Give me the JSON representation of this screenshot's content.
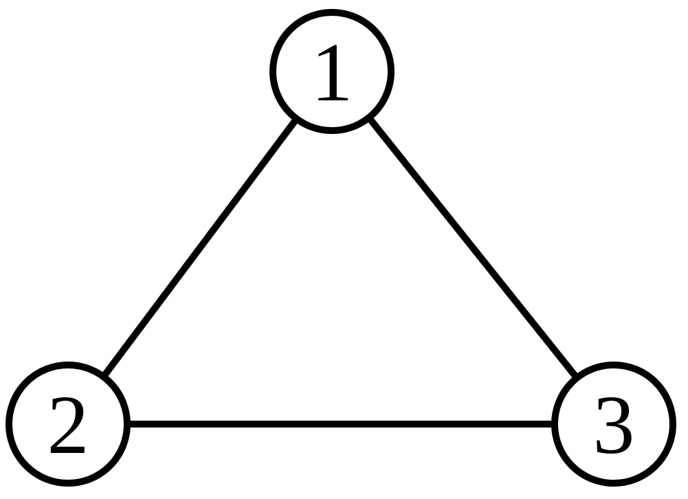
{
  "graph": {
    "nodes": [
      {
        "id": "1",
        "label": "1"
      },
      {
        "id": "2",
        "label": "2"
      },
      {
        "id": "3",
        "label": "3"
      }
    ],
    "edges": [
      {
        "from": "1",
        "to": "2"
      },
      {
        "from": "1",
        "to": "3"
      },
      {
        "from": "2",
        "to": "3"
      }
    ]
  },
  "colors": {
    "stroke": "#000000",
    "background": "#ffffff",
    "node_fill": "#ffffff"
  }
}
